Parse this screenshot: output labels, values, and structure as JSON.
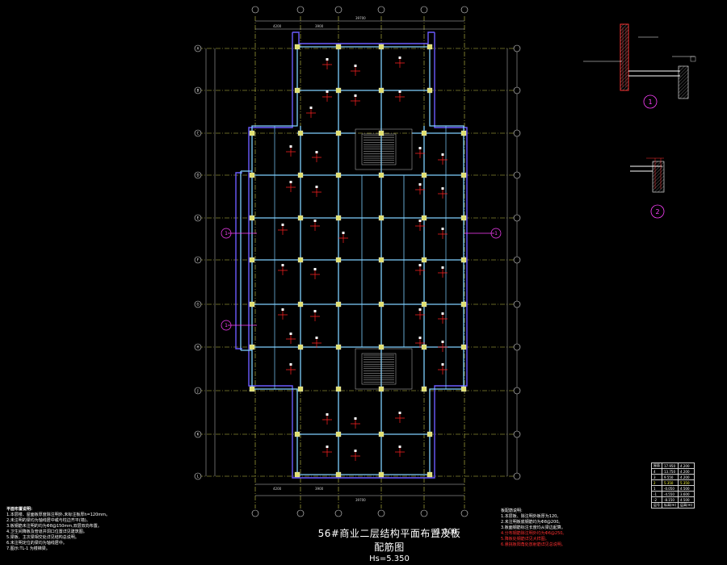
{
  "title": {
    "main": "56#商业二层结构平面布置及板配筋图",
    "scale": "1:100",
    "sub": "Hs=5.350"
  },
  "sections": [
    "1",
    "2"
  ],
  "section_markers": [
    "1",
    "1"
  ],
  "dims": {
    "top_total": "39700",
    "top_a": "4200",
    "top_b": "3900",
    "bottom_a": "4200",
    "bottom_b": "3900",
    "bottom_total": "39700"
  },
  "grid_left": [
    "A",
    "B",
    "C",
    "D",
    "E",
    "F",
    "G",
    "H",
    "J",
    "K",
    "L"
  ],
  "notes_left": [
    "平面布置说明:",
    "1.本层楼、屋面板厚度除注明外,未标注板厚h=120mm。",
    "2.未注明的梁均为轴线居中或与柱边齐平(墙)。",
    "3.板钢筋未注明的均为Φ8@150mm,双层双向布置。",
    "4.卫生间降板及管道井洞口位置详见建筑图。",
    "5.梁板、主次梁相交处详见结构总说明。",
    "6.未注明定位的梁均为轴线居中。",
    "7.图示:TL-1 为楼梯梁。"
  ],
  "notes_right": [
    "板配筋说明:",
    "1.本层板、除注明外板厚为120。",
    "2.未注明板底钢筋均为Φ8@200。",
    "3.板面钢筋标注长度均从梁边起算。",
    "4.分布钢筋除注明外均为Φ6@250。",
    "5.降板处钢筋详见大样图。",
    "6.悬挑板阳角处放射筋详见总说明。"
  ],
  "level_table": [
    [
      "屋面",
      "17.950",
      "4.200"
    ],
    [
      "4",
      "13.750",
      "4.200"
    ],
    [
      "3",
      "9.550",
      "4.200"
    ],
    [
      "2",
      "5.350",
      "5.350"
    ],
    [
      "1",
      "-0.050",
      "4.500"
    ],
    [
      "-1",
      "-4.550",
      "3.600"
    ],
    [
      "-2",
      "-8.150",
      "4.500"
    ],
    [
      "层号",
      "标高(m)",
      "层高(m)"
    ]
  ],
  "colors": {
    "outline": "#6b5bff",
    "beam": "#7fd0ff",
    "grid": "#d8d860",
    "column": "#e0e070",
    "rebar": "#ff2020",
    "stair": "#bfbfbf",
    "marker": "#ff40ff",
    "dim": "#c8c8c8"
  }
}
